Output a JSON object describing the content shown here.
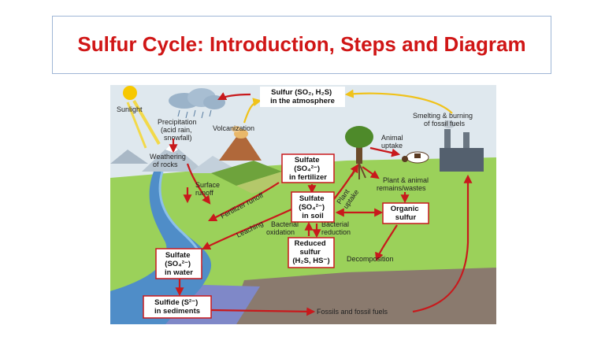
{
  "page": {
    "title": "Sulfur Cycle: Introduction, Steps and Diagram"
  },
  "diagram": {
    "boxes": {
      "atmosphere": [
        "Sulfur (SO₂, H₂S)",
        "in the atmosphere"
      ],
      "fertilizer": [
        "Sulfate",
        "(SO₄²⁻)",
        "in fertilizer"
      ],
      "soil": [
        "Sulfate",
        "(SO₄²⁻)",
        "in soil"
      ],
      "organic": [
        "Organic",
        "sulfur"
      ],
      "reduced": [
        "Reduced",
        "sulfur",
        "(H₂S, HS⁻)"
      ],
      "water": [
        "Sulfate",
        "(SO₄²⁻)",
        "in water"
      ],
      "sediments": [
        "Sulfide (S²⁻)",
        "in sediments"
      ]
    },
    "labels": {
      "sunlight": "Sunlight",
      "precipitation": [
        "Precipitation",
        "(acid rain,",
        "snowfall)"
      ],
      "volcanization": "Volcanization",
      "smelting": [
        "Smelting & burning",
        "of fossil fuels"
      ],
      "animal_uptake": [
        "Animal",
        "uptake"
      ],
      "weathering": [
        "Weathering",
        "of rocks"
      ],
      "surface_runoff": [
        "Surface",
        "runoff"
      ],
      "fertilizer_runoff": "Fertilizer runoff",
      "leaching": "Leaching",
      "plant_uptake": [
        "Plant",
        "uptake"
      ],
      "plant_animal_remains": [
        "Plant & animal",
        "remains/wastes"
      ],
      "bacterial_oxidation": [
        "Bacterial",
        "oxidation"
      ],
      "bacterial_reduction": [
        "Bacterial",
        "reduction"
      ],
      "decomposition": "Decomposition",
      "fossils": "Fossils and fossil fuels"
    }
  }
}
